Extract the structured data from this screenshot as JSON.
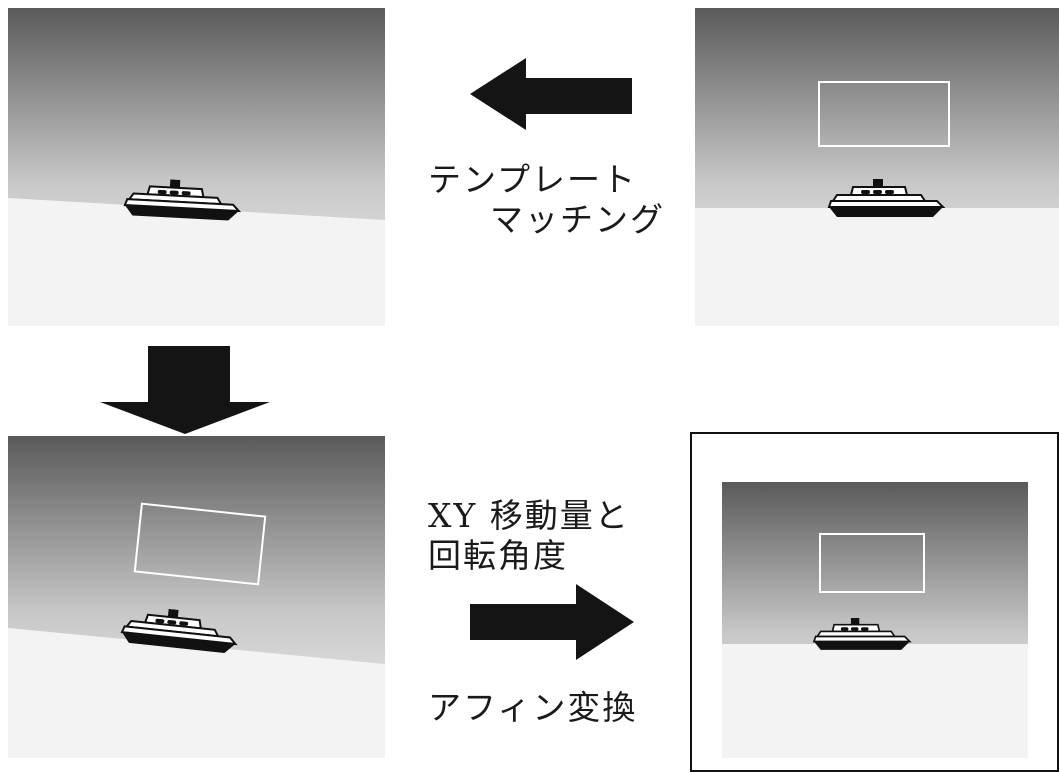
{
  "labels": {
    "template_matching_line1": "テンプレート",
    "template_matching_line2": "マッチング",
    "xy_rotation_line1": "XY 移動量と",
    "xy_rotation_line2": "回転角度",
    "affine_transform": "アフィン変換"
  },
  "colors": {
    "sky_top": "#5a5a5a",
    "sky_bottom": "#f0f0f0",
    "sea": "#f3f3f3",
    "arrow": "#141414",
    "ship": "#111111"
  }
}
